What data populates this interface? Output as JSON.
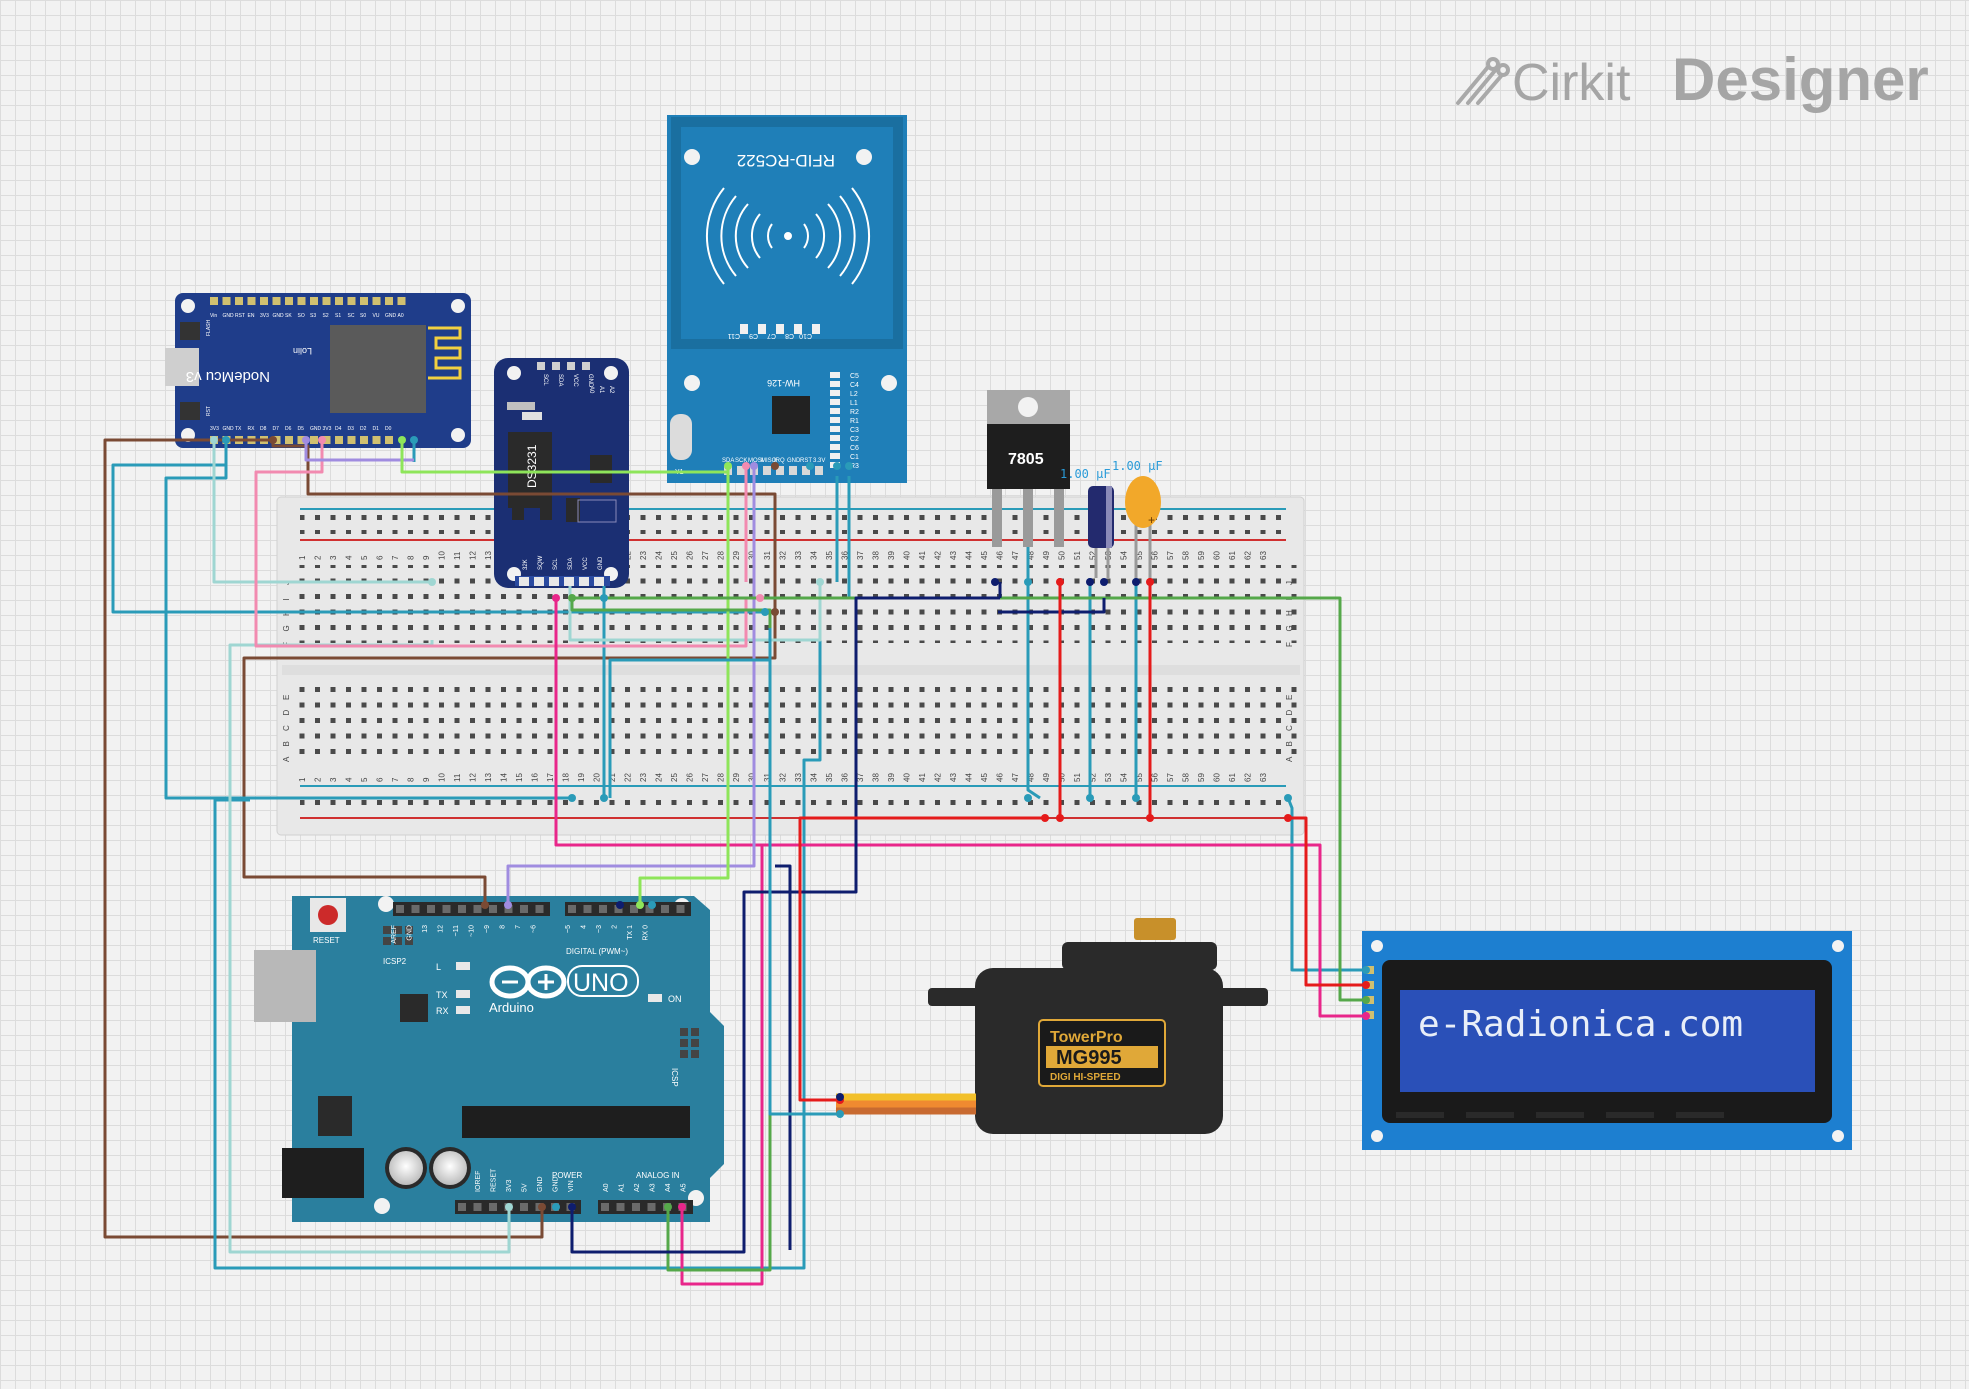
{
  "app": {
    "logo_word1": "Cirkit",
    "logo_word2": "Designer"
  },
  "components": {
    "nodemcu": {
      "label": "NodeMcu v3",
      "sublabel": "Lolin",
      "top_pins": [
        "Vin",
        "GND",
        "RST",
        "EN",
        "3V3",
        "GND",
        "SK",
        "SO",
        "S3",
        "S2",
        "S1",
        "SC",
        "S0",
        "VU",
        "GND",
        "A0"
      ],
      "bottom_pins": [
        "3V3",
        "GND",
        "TX",
        "RX",
        "D8",
        "D7",
        "D6",
        "D5",
        "GND",
        "3V3",
        "D4",
        "D3",
        "D2",
        "D1",
        "D0"
      ],
      "button_labels": [
        "FLASH",
        "RST"
      ]
    },
    "rtc": {
      "chip": "DS3231",
      "top_pins": [
        "SCL",
        "SDA",
        "VCC",
        "GND"
      ],
      "addr_pins": [
        "A0",
        "A1",
        "A2"
      ],
      "bottom_pins": [
        "32K",
        "SQW",
        "SCL",
        "SDA",
        "VCC",
        "GND"
      ]
    },
    "rfid": {
      "title": "RFID-RC522",
      "board": "HW-126",
      "pins": [
        "SDA",
        "SCK",
        "MOSI",
        "MISO",
        "IRQ",
        "GND",
        "RST",
        "3.3V"
      ],
      "caps": [
        "C11",
        "C9",
        "C7",
        "C8",
        "C10"
      ],
      "side_labels": [
        "C5",
        "C4",
        "L2",
        "L1",
        "R2",
        "R1",
        "C3",
        "C2",
        "C6",
        "C1",
        "R3"
      ],
      "crystal": "Y1"
    },
    "regulator": {
      "label": "7805"
    },
    "capacitors": [
      {
        "label": "1.00 µF",
        "type": "electrolytic"
      },
      {
        "label": "1.00 µF",
        "type": "tantalum"
      }
    ],
    "breadboard": {
      "rows_top": [
        "J",
        "I",
        "H",
        "G",
        "F"
      ],
      "rows_bottom": [
        "E",
        "D",
        "C",
        "B",
        "A"
      ],
      "columns": 63
    },
    "arduino": {
      "brand": "Arduino",
      "model": "UNO",
      "reset_label": "RESET",
      "icsp2_label": "ICSP2",
      "icsp_label": "ICSP",
      "on_label": "ON",
      "leds": [
        "L",
        "TX",
        "RX"
      ],
      "aref": "AREF",
      "digital_label": "DIGITAL (PWM~)",
      "digital_pins": [
        "GND",
        "13",
        "12",
        "~11",
        "~10",
        "~9",
        "8",
        "7",
        "~6",
        "~5",
        "4",
        "~3",
        "2",
        "TX 1",
        "RX 0"
      ],
      "power_label": "POWER",
      "power_pins": [
        "IOREF",
        "RESET",
        "3V3",
        "5V",
        "GND",
        "GND",
        "VIN"
      ],
      "analog_label": "ANALOG IN",
      "analog_pins": [
        "A0",
        "A1",
        "A2",
        "A3",
        "A4",
        "A5"
      ]
    },
    "servo": {
      "brand": "TowerPro",
      "model": "MG995",
      "subtitle": "DIGI HI-SPEED"
    },
    "lcd": {
      "text": "e-Radionica.com"
    }
  },
  "wire_colors": {
    "brown": "#7a4a34",
    "teal": "#2a9bb8",
    "lightteal": "#9fd6d2",
    "pink": "#f28ab0",
    "magenta": "#e8268a",
    "lavender": "#a08ce0",
    "lime": "#8ee55a",
    "green": "#55a84a",
    "navy": "#0e1d6e",
    "red": "#e51b1b"
  }
}
